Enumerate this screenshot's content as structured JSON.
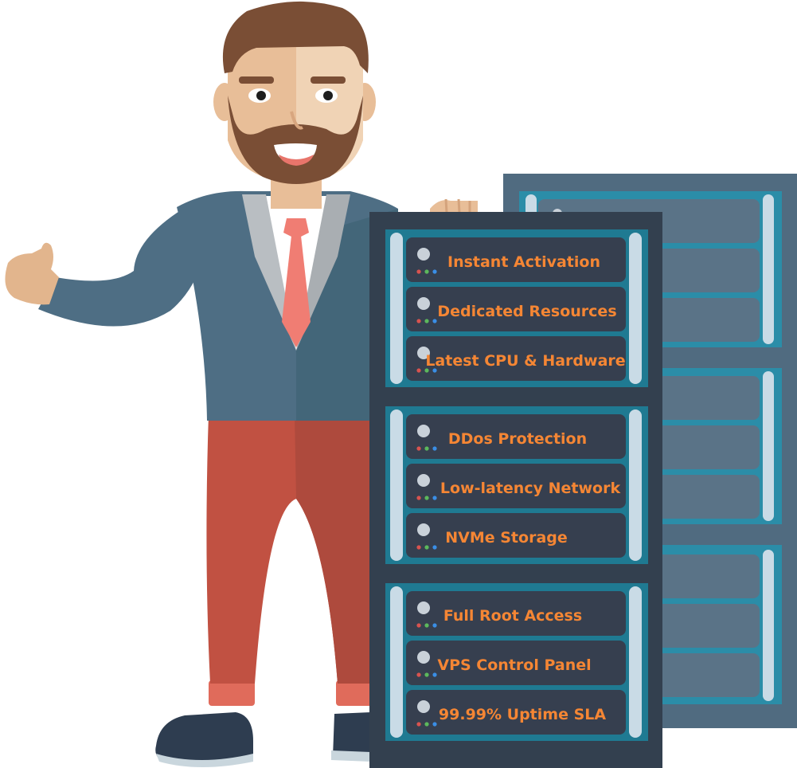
{
  "colors": {
    "accent_text": "#f58634",
    "rack_back": "#506b80",
    "rack_front": "#33404f",
    "panel_blue": "#1f7a92",
    "slot": "#363f4f",
    "suit": "#4e6e84",
    "pants": "#c15142",
    "tie": "#f07d73",
    "skin": "#e8be98",
    "hair": "#7a4e35"
  },
  "features": [
    {
      "label": "Instant Activation"
    },
    {
      "label": "Dedicated Resources"
    },
    {
      "label": "Latest CPU & Hardware"
    },
    {
      "label": "DDos Protection"
    },
    {
      "label": "Low-latency Network"
    },
    {
      "label": "NVMe Storage"
    },
    {
      "label": "Full Root Access"
    },
    {
      "label": "VPS Control Panel"
    },
    {
      "label": "99.99% Uptime SLA"
    }
  ]
}
